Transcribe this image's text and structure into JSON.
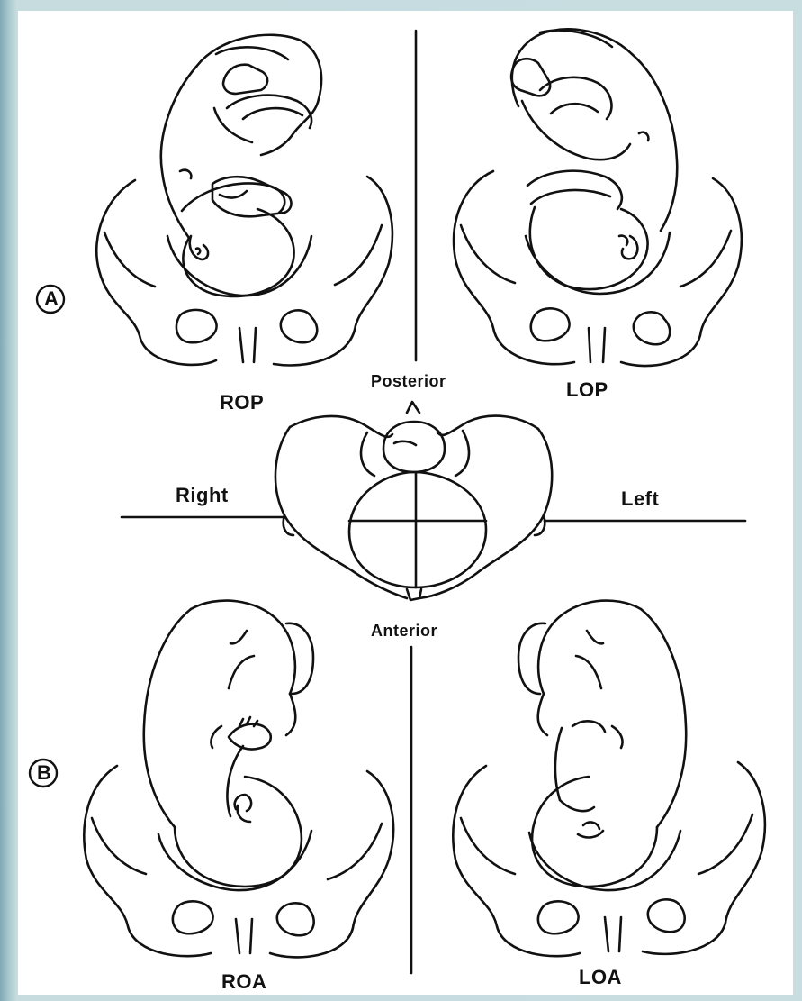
{
  "markers": {
    "a": "A",
    "b": "B"
  },
  "labels": {
    "rop": "ROP",
    "lop": "LOP",
    "roa": "ROA",
    "loa": "LOA",
    "posterior": "Posterior",
    "anterior": "Anterior",
    "right": "Right",
    "left": "Left"
  }
}
